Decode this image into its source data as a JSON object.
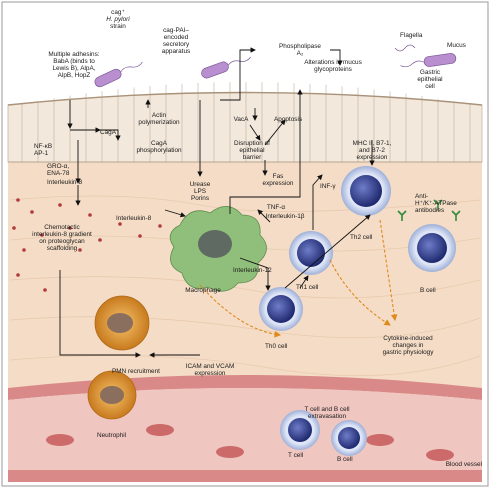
{
  "labels": {
    "hpylori": [
      "cag⁺",
      "H. pylori",
      "strain"
    ],
    "cagpai": [
      "cag-PAI–",
      "encoded",
      "secretory",
      "apparatus"
    ],
    "adhesins": [
      "Multiple adhesins:",
      "BabA (binds to",
      "Lewis B), AlpA,",
      "AlpB, HopZ"
    ],
    "phospholipase": [
      "Phospholipase",
      "A₂"
    ],
    "flagella": "Flagella",
    "mucus": "Mucus",
    "alterations": [
      "Alterations in mucus",
      "glycoproteins"
    ],
    "gastric_cell": [
      "Gastric",
      "epithelial",
      "cell"
    ],
    "actin": [
      "Actin",
      "polymerization"
    ],
    "vaca": "VacA",
    "apoptosis": "Apoptosis",
    "disruption": [
      "Disruption of",
      "epithelial",
      "barrier"
    ],
    "nfkb": [
      "NF-κB",
      "AP-1"
    ],
    "caga": "CagA",
    "caga_phos": [
      "CagA",
      "phosphorylation"
    ],
    "gro": [
      "GRO-α,",
      "ENA-78"
    ],
    "il8_left": "Interleukin-8",
    "mhc": [
      "MHC II, B7-1,",
      "and B7-2",
      "expression"
    ],
    "fas": [
      "Fas",
      "expression"
    ],
    "tnf": "TNF-α",
    "il1b": "Interleukin-1β",
    "infg": "INF-γ",
    "urease": [
      "Urease",
      "LPS",
      "Porins"
    ],
    "il8_mid": "Interleukin-8",
    "chemotactic": [
      "Chemotactic",
      "interleukin-8 gradient",
      "on proteoglycan",
      "scaffolding"
    ],
    "macrophage": "Macrophage",
    "il12": "Interleukin-12",
    "th2": "Th2 cell",
    "antibodies": [
      "Anti-",
      "H⁺/K⁺-ATPase",
      "antibodies"
    ],
    "th1": "Th1 cell",
    "bcell_top": "B cell",
    "th0": "Th0 cell",
    "cytokine": [
      "Cytokine-induced",
      "changes in",
      "gastric physiology"
    ],
    "pmn": "PMN recruitment",
    "icam": [
      "ICAM and VCAM",
      "expression"
    ],
    "neutrophil": "Neutrophil",
    "extravasation": [
      "T cell and B cell",
      "extravasation"
    ],
    "tcell": "T cell",
    "bcell_bottom": "B cell",
    "blood_vessel": "Blood vessel"
  },
  "colors": {
    "tissue": "#f4dcc6",
    "vessel": "#c86a6a",
    "epithelium": "#f2e8dc",
    "bacterium": "#b98fd0",
    "lymphocyte": "#2e3a8c",
    "macrophage": "#8fbf7a",
    "neutrophil": "#e8a33a",
    "arrow_dashed": "#e08a1e"
  }
}
